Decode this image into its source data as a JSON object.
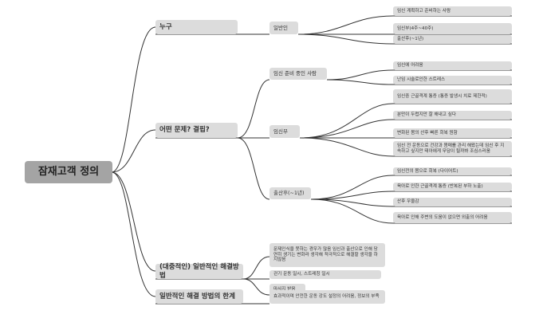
{
  "root": "잠재고객 정의",
  "branches": [
    {
      "label": "누구",
      "children": [
        {
          "label": "일반인",
          "children": [
            "임신 계획하고 준비하는 사람",
            "임신부(4주~40주)",
            "출산후(~1년)"
          ]
        }
      ]
    },
    {
      "label": "어떤 문제? 결핍?",
      "children": [
        {
          "label": "임신 준비 중인 사람",
          "children": [
            "임신에 어려움",
            "난임 시술로인한 스트레스"
          ]
        },
        {
          "label": "임신부",
          "children": [
            "임신중 근골격계 통증 (통증 발생시 치료 제한적)",
            "분만이 두렵지만 잘 해내고 싶다",
            "변화된 몸의 산후 빠른 회복 원함",
            "임신 전 운동으로 건강과 몸매를 관리 해왔는데 임신 후 지속하고 싶지만 태아에게 무담이 될까봐 조심스러움"
          ]
        },
        {
          "label": "출산후(~1년)",
          "children": [
            "임신전의 몸으로 회복 (다이어트)",
            "육아로 인한 근골격계 통증 (반복된 부하 노출)",
            "산후 우울감",
            "육아로 인해 주변의 도움이 없으면 외출의 어려움"
          ]
        }
      ]
    },
    {
      "label": "(대중적인) 일반적인 해결방법",
      "children": [
        {
          "label": "문제인식을 못하는 경우가 많음 임신과 출산으로 인해 당연히 생기는 변화라 생각해 적극적으로 해결할 생각을 하지않음",
          "children": []
        },
        {
          "label": "걷기 운동 일시, 스트레칭 일시",
          "children": []
        },
        {
          "label": "마사지 받음",
          "children": []
        }
      ]
    },
    {
      "label": "일반적인 해결 방법의 한계",
      "children": [
        {
          "label": "효과적이며 안전한 운동 강도 설정의 어려움, 정보의 부족",
          "children": []
        }
      ]
    }
  ]
}
